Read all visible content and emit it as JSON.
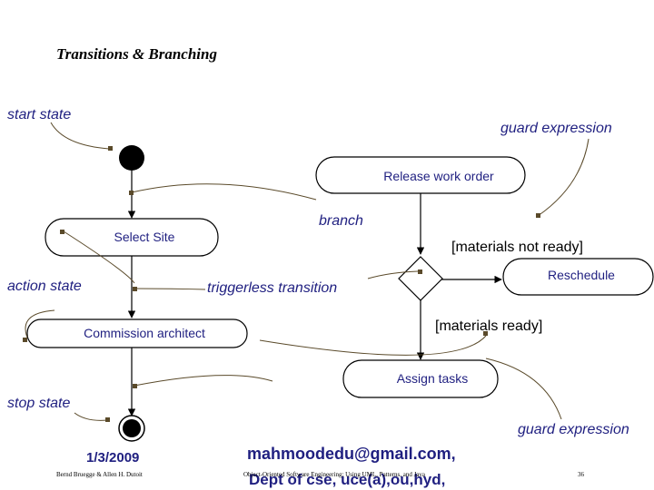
{
  "title": "Transitions & Branching",
  "states": {
    "release": "Release work order",
    "select_site": "Select Site",
    "reschedule": "Reschedule",
    "commission": "Commission architect",
    "assign": "Assign tasks"
  },
  "guards": {
    "not_ready": "[materials not ready]",
    "ready": "[materials ready]"
  },
  "callouts": {
    "start_state": "start state",
    "guard_expression_top": "guard expression",
    "branch": "branch",
    "action_state": "action state",
    "triggerless": "triggerless transition",
    "stop_state": "stop state",
    "guard_expression_bottom": "guard expression"
  },
  "footer": {
    "date": "1/3/2009",
    "email": "mahmoodedu@gmail.com,",
    "dept": "Dept of cse, uce(a),ou,hyd,",
    "authors": "Bernd Bruegge & Allen H. Dutoit",
    "book": "Object-Oriented Software Engineering: Using UML, Patterns, and Java",
    "page": "36"
  },
  "colors": {
    "text": "#1f1f80",
    "leader": "#5a4a2a",
    "state_border": "#000000"
  }
}
